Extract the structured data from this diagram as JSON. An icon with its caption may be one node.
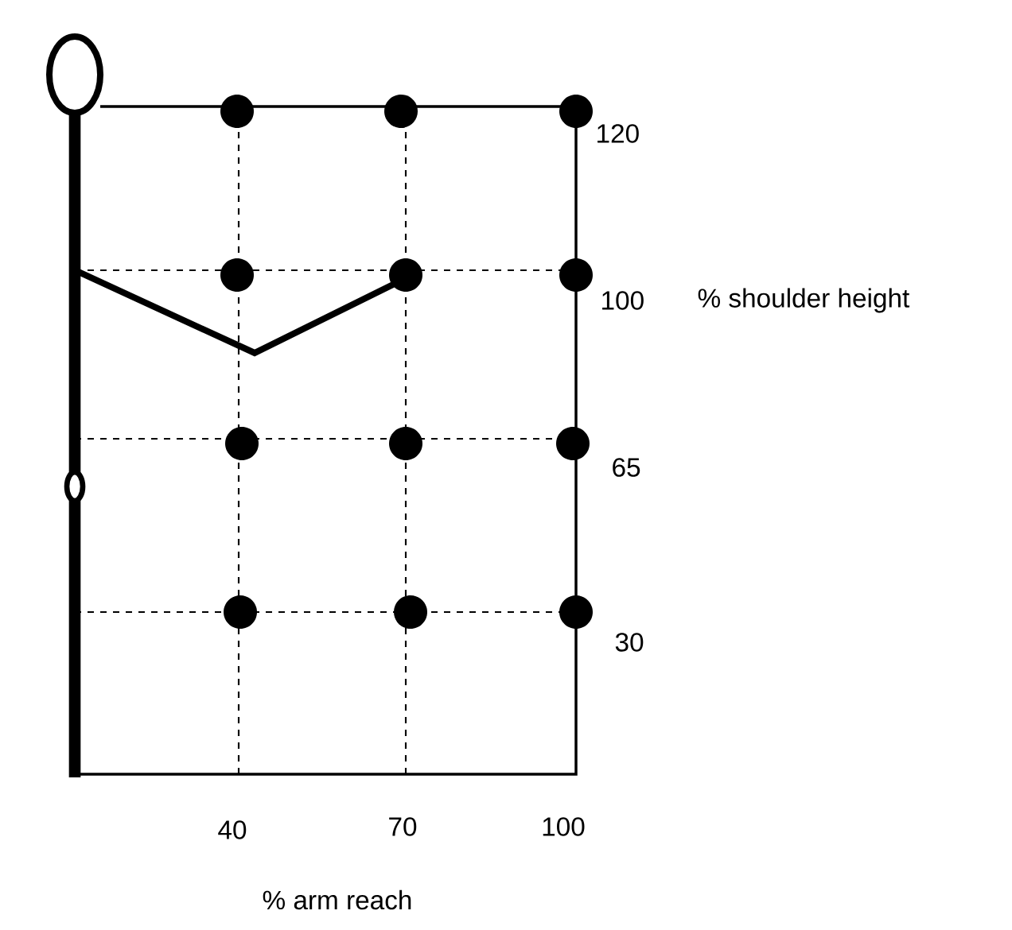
{
  "diagram": {
    "labels": [
      "120",
      "100",
      "% shoulder height",
      "65",
      "30",
      "40",
      "70",
      "100",
      "% arm reach"
    ]
  }
}
